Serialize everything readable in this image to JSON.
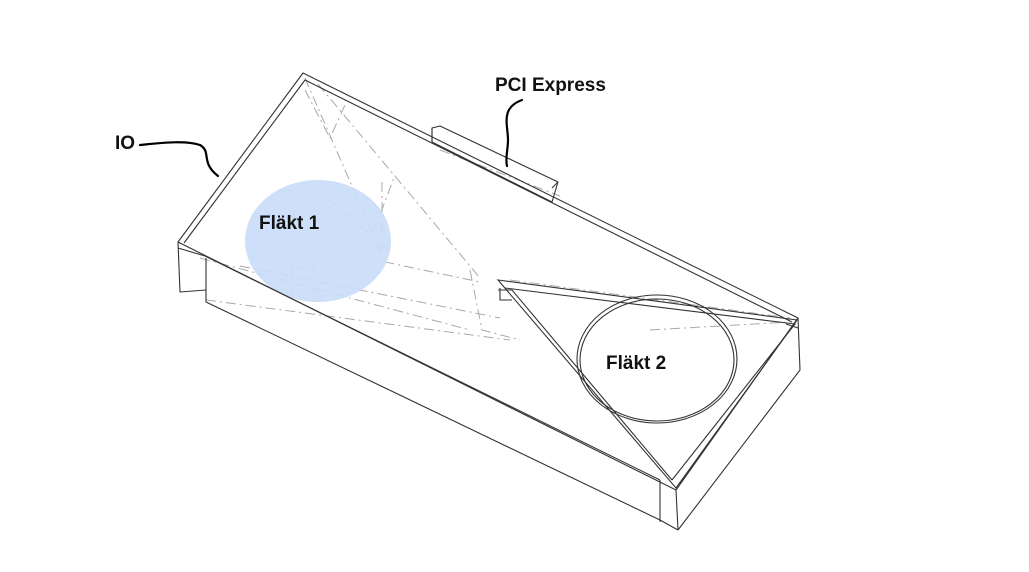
{
  "labels": {
    "io": "IO",
    "pci_express": "PCI Express",
    "fan1": "Fläkt 1",
    "fan2": "Fläkt 2"
  },
  "colors": {
    "fan1_fill": "#c9dcf8",
    "outline": "#333333",
    "hidden": "#9a9a9a",
    "annotation": "#000000"
  }
}
